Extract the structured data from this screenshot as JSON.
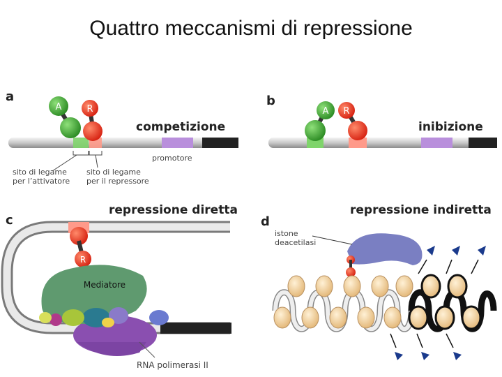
{
  "title": "Quattro meccanismi di repressione",
  "panels": {
    "a": {
      "letter": "a",
      "heading": "competizione",
      "site_activator": "sito di legame\nper l’attivatore",
      "site_repressor": "sito di legame\nper il repressore",
      "promoter": "promotore",
      "protein_a": "A",
      "protein_r": "R"
    },
    "b": {
      "letter": "b",
      "heading": "inibizione",
      "protein_a": "A",
      "protein_r": "R"
    },
    "c": {
      "letter": "c",
      "heading": "repressione diretta",
      "mediator": "Mediatore",
      "rna_pol": "RNA polimerasi II",
      "protein_r": "R"
    },
    "d": {
      "letter": "d",
      "heading": "repressione indiretta",
      "hdac": "istone\ndeacetilasi"
    }
  },
  "colors": {
    "activator": "#3a9a2e",
    "repressor": "#e0301e",
    "promoter": "#a277c9",
    "dna": "#cfcfcf",
    "mediator": "#5f9a6f",
    "polymerase": "#8a4fb0",
    "hdac": "#7a7fc2",
    "nucleosome": "#f0cf9a",
    "acetyl": "#1a3a8c"
  }
}
